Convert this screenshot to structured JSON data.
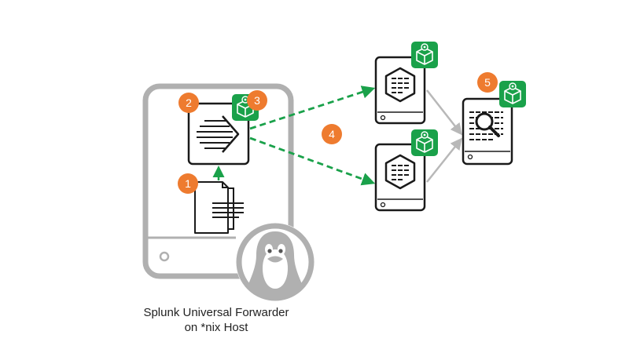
{
  "caption": {
    "line1": "Splunk Universal Forwarder",
    "line2": "on *nix Host"
  },
  "steps": [
    "1",
    "2",
    "3",
    "4",
    "5"
  ],
  "colors": {
    "step_badge": "#ee7b2f",
    "app_badge": "#1aa14a",
    "arrow_dashed": "#1aa14a",
    "host_frame": "#b0b0b0",
    "server_outline": "#1a1a1a",
    "connector": "#b8b8b8"
  },
  "icons": {
    "host": "server-chassis-icon",
    "os": "linux-penguin-icon",
    "forwarder": "forwarder-icon",
    "log_file": "document-icon",
    "indexer": "indexer-icon",
    "search_head": "search-head-icon",
    "app": "app-package-icon"
  }
}
